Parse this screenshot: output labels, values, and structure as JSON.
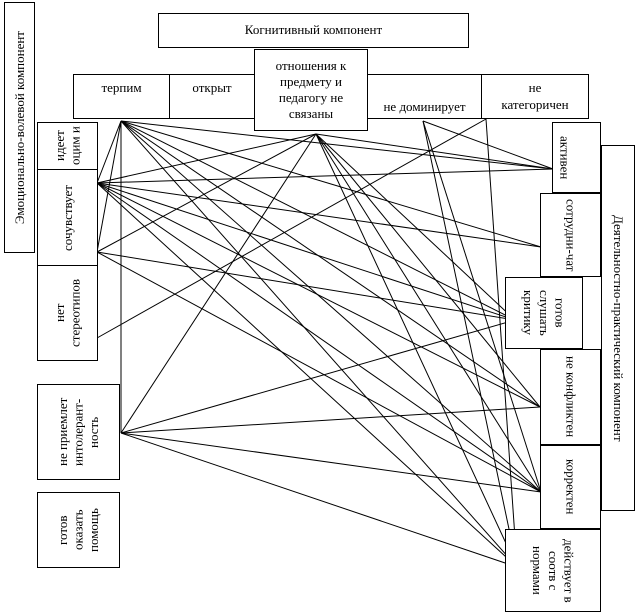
{
  "cognitive": {
    "title": "Когнитивный компонент",
    "items": {
      "tolerant": "терпим",
      "open": "открыт",
      "relations": "отношения к предмету и педагогу не связаны",
      "not_dominating": "не доминирует",
      "not_categorical": "не категоричен"
    }
  },
  "emotional": {
    "title": "Эмоционально-волевой компонент",
    "items": {
      "ideas": "идеет оцим и",
      "sympathizes": "сочувствует",
      "no_stereotypes": "нет стереотипов",
      "not_accept_intolerance": "не приемлет интолерант-ность",
      "ready_to_help": "готов оказать помощь"
    }
  },
  "activity": {
    "title": "Деятельностно-практический компонент",
    "items": {
      "active": "активен",
      "cooperates": "сотрудни-чат",
      "ready_criticism": "готов слушать критику",
      "not_conflict": "не конфликтен",
      "correct": "корректен",
      "acts_norms": "действует в соотв с нормами"
    }
  },
  "colors": {
    "line": "#000000",
    "border": "#000000",
    "background": "#ffffff"
  }
}
